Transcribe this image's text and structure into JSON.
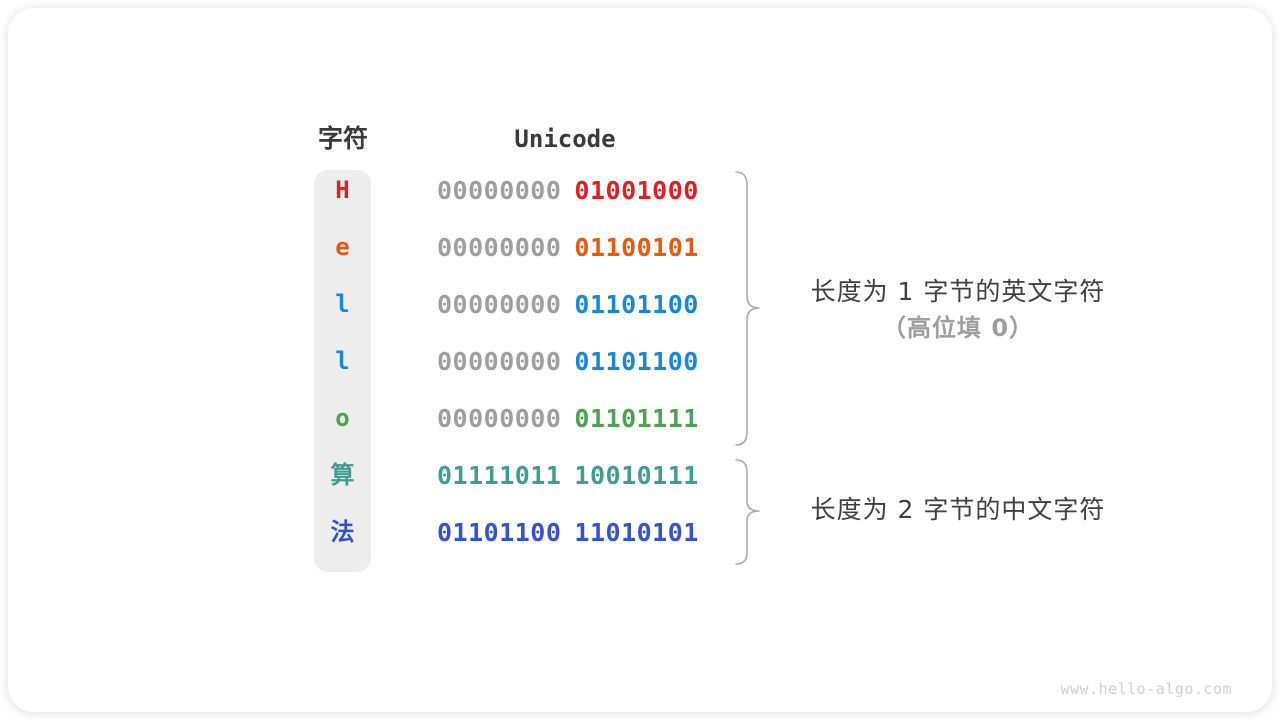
{
  "diagram": {
    "headers": {
      "char": "字符",
      "unicode": "Unicode"
    },
    "colors": {
      "gray_byte": "#9E9E9E",
      "red": "#E02020",
      "orange": "#E8590C",
      "blue": "#1787DC",
      "green": "#4DA24F",
      "teal": "#3F9E8F",
      "royal_blue": "#3351D2",
      "char_column_bg": "#EDEDED",
      "brace": "#ABABAB"
    },
    "rows": [
      {
        "char": "H",
        "color": "#E02020",
        "byte1": "00000000",
        "byte1_color": "#9E9E9E",
        "byte2": "01001000",
        "byte2_color": "#E02020"
      },
      {
        "char": "e",
        "color": "#E8590C",
        "byte1": "00000000",
        "byte1_color": "#9E9E9E",
        "byte2": "01100101",
        "byte2_color": "#E8590C"
      },
      {
        "char": "l",
        "color": "#1787DC",
        "byte1": "00000000",
        "byte1_color": "#9E9E9E",
        "byte2": "01101100",
        "byte2_color": "#1787DC"
      },
      {
        "char": "l",
        "color": "#1787DC",
        "byte1": "00000000",
        "byte1_color": "#9E9E9E",
        "byte2": "01101100",
        "byte2_color": "#1787DC"
      },
      {
        "char": "o",
        "color": "#4DA24F",
        "byte1": "00000000",
        "byte1_color": "#9E9E9E",
        "byte2": "01101111",
        "byte2_color": "#4DA24F"
      },
      {
        "char": "算",
        "color": "#3F9E8F",
        "byte1": "01111011",
        "byte1_color": "#3F9E8F",
        "byte2": "10010111",
        "byte2_color": "#3F9E8F"
      },
      {
        "char": "法",
        "color": "#3351D2",
        "byte1": "01101100",
        "byte1_color": "#3351D2",
        "byte2": "11010101",
        "byte2_color": "#3351D2"
      }
    ],
    "annotations": [
      {
        "line1": "长度为 1 字节的英文字符",
        "line2": "（高位填 0）"
      },
      {
        "line1": "长度为 2 字节的中文字符"
      }
    ],
    "watermark": "www.hello-algo.com"
  }
}
